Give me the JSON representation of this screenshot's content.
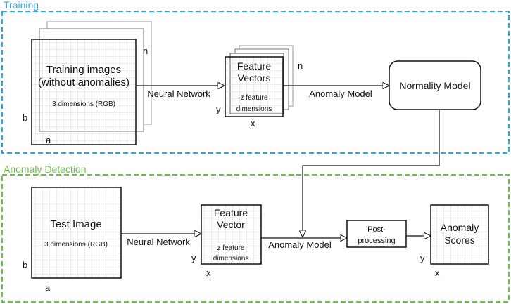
{
  "training": {
    "section_label": "Training",
    "section_color": "#29a9e0",
    "images_title_line1": "Training images",
    "images_title_line2": "(without anomalies)",
    "images_dims": "3 dimensions (RGB)",
    "label_n_images": "n",
    "label_b": "b",
    "label_a": "a",
    "arrow1_label": "Neural Network",
    "features_title_line1": "Feature",
    "features_title_line2": "Vectors",
    "features_dims_line1": "z feature",
    "features_dims_line2": "dimensions",
    "label_n_features": "n",
    "label_y": "y",
    "label_x": "x",
    "arrow2_label": "Anomaly Model",
    "model_label": "Normality Model"
  },
  "detection": {
    "section_label": "Anomaly Detection",
    "section_color": "#6cc04a",
    "image_title": "Test Image",
    "image_dims": "3 dimensions (RGB)",
    "label_b": "b",
    "label_a": "a",
    "arrow1_label": "Neural Network",
    "feature_title_line1": "Feature",
    "feature_title_line2": "Vector",
    "feature_dims_line1": "z feature",
    "feature_dims_line2": "dimensions",
    "label_y": "y",
    "label_x": "x",
    "arrow2_label": "Anomaly Model",
    "post_line1": "Post-",
    "post_line2": "processing",
    "scores_line1": "Anomaly",
    "scores_line2": "Scores",
    "label_y2": "y",
    "label_x2": "x"
  }
}
